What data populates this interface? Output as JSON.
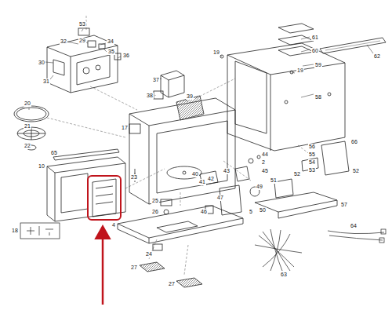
{
  "diagram": {
    "labels": [
      "53",
      "32",
      "29",
      "34",
      "35",
      "30",
      "36",
      "31",
      "20",
      "21",
      "22",
      "37",
      "38",
      "39",
      "19",
      "61",
      "60",
      "19",
      "59",
      "58",
      "62",
      "17",
      "23",
      "44",
      "2",
      "45",
      "43",
      "40",
      "41",
      "42",
      "56",
      "66",
      "55",
      "54",
      "53",
      "52",
      "52",
      "51",
      "49",
      "50",
      "47",
      "46",
      "5",
      "57",
      "65",
      "10",
      "25",
      "26",
      "4",
      "24",
      "27",
      "27",
      "18",
      "63",
      "64"
    ]
  }
}
